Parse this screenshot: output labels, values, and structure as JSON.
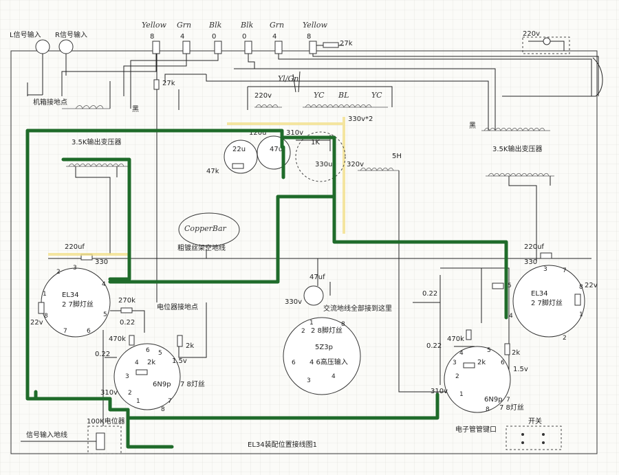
{
  "title": "EL34装配位置接线图1",
  "top_inputs": {
    "l_input": "L信号输入",
    "r_input": "R信号输入",
    "colors": [
      "Yellow",
      "Grn",
      "Blk",
      "Blk",
      "Grn",
      "Yellow"
    ],
    "taps": [
      "8",
      "4",
      "0",
      "0",
      "4",
      "8"
    ],
    "resistor": "27k"
  },
  "mains": {
    "voltage": "220v",
    "fuse_label": "220v",
    "yg_note": "Yl/Gn",
    "yc1": "YC",
    "bl": "BL",
    "yc2": "YC"
  },
  "left_section": {
    "chassis_ground": "机箱接地点",
    "hei": "黑",
    "transformer": "3.5K输出变压器",
    "r27k": "27k",
    "r47k": "47k",
    "c220": "220uf",
    "r330": "330",
    "tube_name": "EL34",
    "tube_note": "2 7脚灯丝",
    "v22": "22v",
    "r270k": "270k",
    "c022a": "0.22",
    "r470k": "470k",
    "c022b": "0.22",
    "r2k": "2k",
    "r2k_b": "2k",
    "v15": "1.5v",
    "tube2_name": "6N9p",
    "tube2_note": "7 8灯丝",
    "pot_ground": "电位器接地点",
    "v310": "310v",
    "pot": "100K电位器",
    "signal_ground": "信号输入地线",
    "pins_el34": [
      "2",
      "3",
      "1",
      "8",
      "7",
      "6",
      "5",
      "4"
    ],
    "pins_6n9": [
      "6",
      "5",
      "4",
      "3",
      "2",
      "1",
      "7",
      "8"
    ]
  },
  "center_section": {
    "c120": "120u",
    "c22": "22u",
    "c47": "47u",
    "v310a": "310v",
    "r1k": "1K",
    "c330": "330uf",
    "v320": "320v",
    "v330x2": "330v*2",
    "v220": "220v",
    "choke": "5H",
    "copper": "CopperBar",
    "bus_note": "粗镀丝架空地线",
    "c47b": "47uf",
    "v330": "330v",
    "ac_note": "交流地线全部接到这里",
    "rect_name": "5Z3p",
    "rect_note1": "2 8脚灯丝",
    "rect_note2": "4 6高压输入",
    "pins_5z3": [
      "1",
      "2",
      "8",
      "6",
      "4",
      "3"
    ]
  },
  "right_section": {
    "hei": "黑",
    "transformer": "3.5K输出变压器",
    "c220": "220uf",
    "r330": "330",
    "tube_name": "EL34",
    "tube_note": "2 7脚灯丝",
    "v22": "22v",
    "c022a": "0.22",
    "c022b": "0.22",
    "r470k": "470k",
    "r2k": "2k",
    "r2k_b": "2k",
    "v15": "1.5v",
    "tube2_name": "6N9p",
    "tube2_note": "7 8灯丝",
    "v310": "310v",
    "socket_note": "电子管管键口",
    "switch": "开关",
    "pins_el34": [
      "3",
      "7",
      "5",
      "8",
      "4",
      "1",
      "2"
    ],
    "pins_6n9": [
      "5",
      "4",
      "3",
      "2",
      "1",
      "6",
      "7",
      "8"
    ]
  }
}
